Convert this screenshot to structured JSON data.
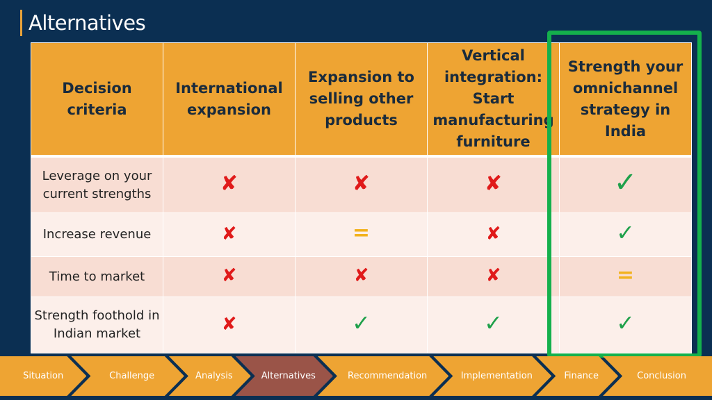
{
  "title": "Alternatives",
  "table": {
    "headers": [
      "Decision criteria",
      "International expansion",
      "Expansion to selling other products",
      "Vertical integration: Start manufacturing furniture",
      "Strength your omnichannel strategy in India"
    ],
    "rows": [
      {
        "criterion": "Leverage on your current strengths",
        "marks": [
          "cross",
          "cross",
          "cross",
          "check"
        ]
      },
      {
        "criterion": "Increase revenue",
        "marks": [
          "cross",
          "equal",
          "cross",
          "check"
        ]
      },
      {
        "criterion": "Time to market",
        "marks": [
          "cross",
          "cross",
          "cross",
          "equal"
        ]
      },
      {
        "criterion": "Strength foothold in Indian market",
        "marks": [
          "cross",
          "check",
          "check",
          "check"
        ]
      }
    ]
  },
  "symbols": {
    "cross": "✘",
    "check": "✓",
    "equal": "="
  },
  "colors": {
    "cross": "#e01a1a",
    "check": "#1ea04a",
    "equal": "#f2b21e",
    "highlight": "#14b04c",
    "nav": "#eea433",
    "nav_active": "#9a5448"
  },
  "nav": {
    "items": [
      "Situation",
      "Challenge",
      "Analysis",
      "Alternatives",
      "Recommendation",
      "Implementation",
      "Finance",
      "Conclusion"
    ],
    "active": "Alternatives"
  }
}
